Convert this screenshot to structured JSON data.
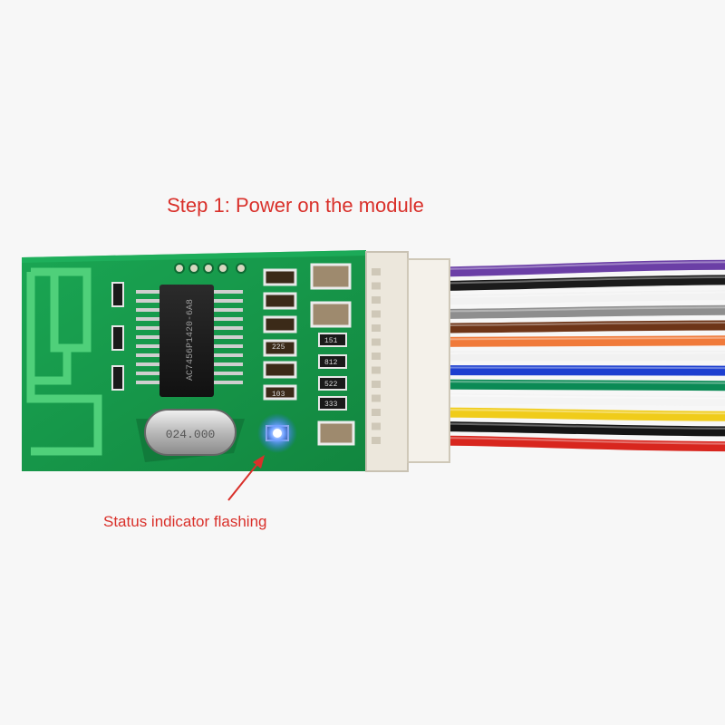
{
  "captions": {
    "title": "Step 1: Power on the module",
    "note": "Status indicator flashing"
  },
  "chip_marking": "AC7456P1420-6A8",
  "crystal_marking": "024.000",
  "component_markings": [
    "225",
    "103",
    "151",
    "812",
    "522",
    "333"
  ],
  "colors": {
    "background": "#f7f7f7",
    "pcb": "#179a4c",
    "trace": "#4fd07a",
    "caption": "#d9302a",
    "led": "#2a6bff"
  },
  "wires": [
    {
      "color": "#6b3fa6"
    },
    {
      "color": "#1b1b1b"
    },
    {
      "color": "#f2f2f2"
    },
    {
      "color": "#8e8e8e"
    },
    {
      "color": "#6e3518"
    },
    {
      "color": "#f07a3a"
    },
    {
      "color": "#f1f1f1"
    },
    {
      "color": "#1d3fd0"
    },
    {
      "color": "#0b8a55"
    },
    {
      "color": "#f4f4f4"
    },
    {
      "color": "#f0cc1a"
    },
    {
      "color": "#151515"
    },
    {
      "color": "#d8261e"
    }
  ]
}
